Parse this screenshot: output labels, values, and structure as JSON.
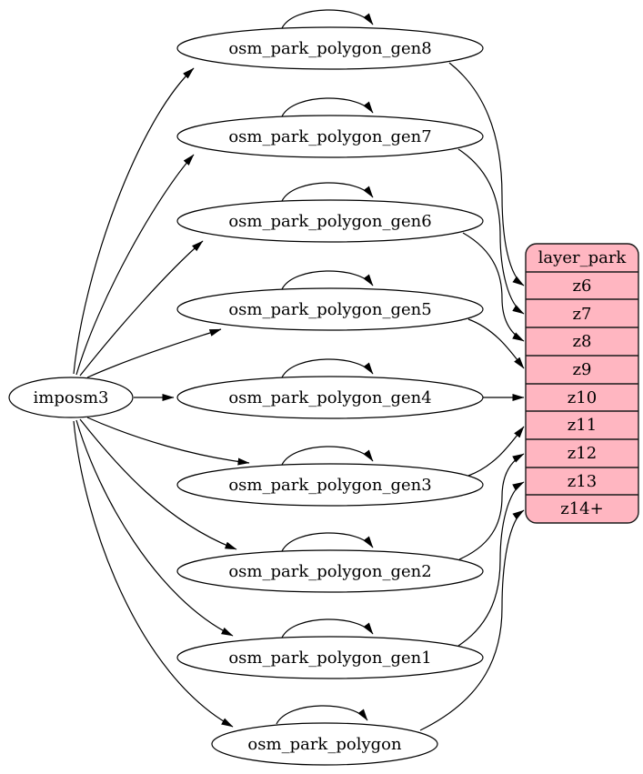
{
  "diagram": {
    "type": "directed-graph",
    "source": {
      "label": "imposm3"
    },
    "nodes": [
      {
        "label": "osm_park_polygon_gen8",
        "self_loop": true,
        "maps_to": "z6"
      },
      {
        "label": "osm_park_polygon_gen7",
        "self_loop": true,
        "maps_to": "z7"
      },
      {
        "label": "osm_park_polygon_gen6",
        "self_loop": true,
        "maps_to": "z8"
      },
      {
        "label": "osm_park_polygon_gen5",
        "self_loop": true,
        "maps_to": "z9"
      },
      {
        "label": "osm_park_polygon_gen4",
        "self_loop": true,
        "maps_to": "z10"
      },
      {
        "label": "osm_park_polygon_gen3",
        "self_loop": true,
        "maps_to": "z11"
      },
      {
        "label": "osm_park_polygon_gen2",
        "self_loop": true,
        "maps_to": "z12"
      },
      {
        "label": "osm_park_polygon_gen1",
        "self_loop": true,
        "maps_to": "z13"
      },
      {
        "label": "osm_park_polygon",
        "self_loop": true,
        "maps_to": "z14+"
      }
    ],
    "edges": [
      {
        "from": "imposm3",
        "to": "osm_park_polygon_gen8"
      },
      {
        "from": "imposm3",
        "to": "osm_park_polygon_gen7"
      },
      {
        "from": "imposm3",
        "to": "osm_park_polygon_gen6"
      },
      {
        "from": "imposm3",
        "to": "osm_park_polygon_gen5"
      },
      {
        "from": "imposm3",
        "to": "osm_park_polygon_gen4"
      },
      {
        "from": "imposm3",
        "to": "osm_park_polygon_gen3"
      },
      {
        "from": "imposm3",
        "to": "osm_park_polygon_gen2"
      },
      {
        "from": "imposm3",
        "to": "osm_park_polygon_gen1"
      },
      {
        "from": "imposm3",
        "to": "osm_park_polygon"
      },
      {
        "from": "osm_park_polygon_gen8",
        "to": "osm_park_polygon_gen8"
      },
      {
        "from": "osm_park_polygon_gen7",
        "to": "osm_park_polygon_gen7"
      },
      {
        "from": "osm_park_polygon_gen6",
        "to": "osm_park_polygon_gen6"
      },
      {
        "from": "osm_park_polygon_gen5",
        "to": "osm_park_polygon_gen5"
      },
      {
        "from": "osm_park_polygon_gen4",
        "to": "osm_park_polygon_gen4"
      },
      {
        "from": "osm_park_polygon_gen3",
        "to": "osm_park_polygon_gen3"
      },
      {
        "from": "osm_park_polygon_gen2",
        "to": "osm_park_polygon_gen2"
      },
      {
        "from": "osm_park_polygon_gen1",
        "to": "osm_park_polygon_gen1"
      },
      {
        "from": "osm_park_polygon",
        "to": "osm_park_polygon"
      },
      {
        "from": "osm_park_polygon_gen8",
        "to": "layer_park:z6"
      },
      {
        "from": "osm_park_polygon_gen7",
        "to": "layer_park:z7"
      },
      {
        "from": "osm_park_polygon_gen6",
        "to": "layer_park:z8"
      },
      {
        "from": "osm_park_polygon_gen5",
        "to": "layer_park:z9"
      },
      {
        "from": "osm_park_polygon_gen4",
        "to": "layer_park:z10"
      },
      {
        "from": "osm_park_polygon_gen3",
        "to": "layer_park:z11"
      },
      {
        "from": "osm_park_polygon_gen2",
        "to": "layer_park:z12"
      },
      {
        "from": "osm_park_polygon_gen1",
        "to": "layer_park:z13"
      },
      {
        "from": "osm_park_polygon",
        "to": "layer_park:z14+"
      }
    ],
    "layer_table": {
      "title": "layer_park",
      "rows": [
        "z6",
        "z7",
        "z8",
        "z9",
        "z10",
        "z11",
        "z12",
        "z13",
        "z14+"
      ]
    },
    "colors": {
      "table_fill": "#FFB6C1",
      "node_fill": "#ffffff",
      "edge_color": "#000000"
    }
  }
}
